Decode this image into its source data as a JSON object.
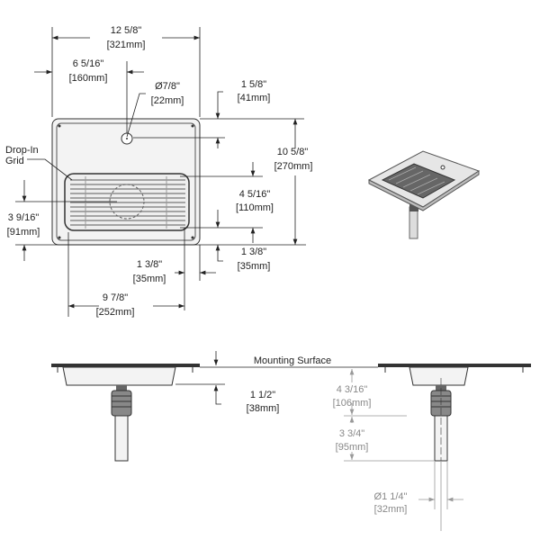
{
  "top_view": {
    "overall_width": {
      "in": "12 5/8\"",
      "mm": "[321mm]"
    },
    "hole_offset": {
      "in": "6 5/16\"",
      "mm": "[160mm]"
    },
    "hole_diameter": {
      "in": "Ø7/8\"",
      "mm": "[22mm]"
    },
    "hole_from_top": {
      "in": "1 5/8\"",
      "mm": "[41mm]"
    },
    "overall_depth": {
      "in": "10 5/8\"",
      "mm": "[270mm]"
    },
    "grid_label": [
      "Drop-In",
      "Grid"
    ],
    "grid_depth": {
      "in": "4 5/16\"",
      "mm": "[110mm]"
    },
    "grid_center": {
      "in": "3 9/16\"",
      "mm": "[91mm]"
    },
    "grid_bottom_margin": {
      "in": "1 3/8\"",
      "mm": "[35mm]"
    },
    "grid_right_margin": {
      "in": "1 3/8\"",
      "mm": "[35mm]"
    },
    "grid_width": {
      "in": "9 7/8\"",
      "mm": "[252mm]"
    }
  },
  "side_view": {
    "mounting_surface": "Mounting Surface",
    "basin_depth": {
      "in": "1 1/2\"",
      "mm": "[38mm]"
    },
    "to_fitting": {
      "in": "4 3/16\"",
      "mm": "[106mm]"
    },
    "pipe_length": {
      "in": "3 3/4\"",
      "mm": "[95mm]"
    },
    "pipe_diameter": {
      "in": "Ø1 1/4\"",
      "mm": "[32mm]"
    }
  }
}
